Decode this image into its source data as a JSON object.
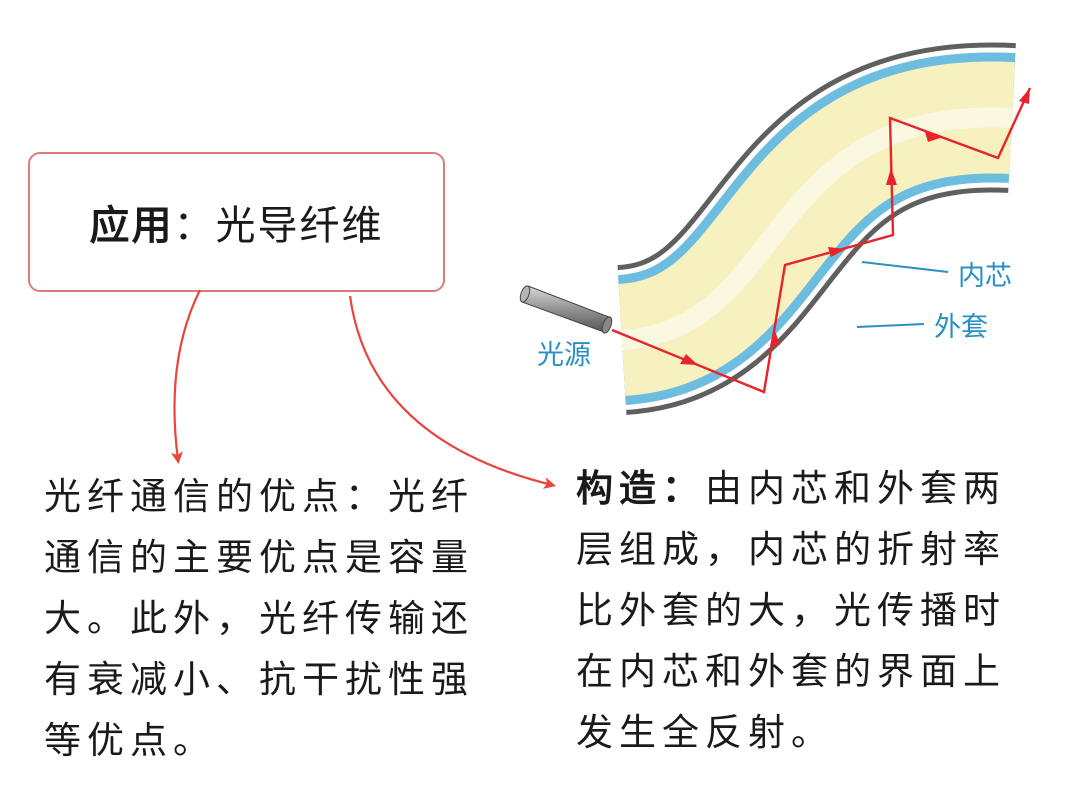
{
  "title_box": {
    "heading": "应用",
    "colon": "：",
    "value": "光导纤维"
  },
  "advantages": {
    "heading": "光纤通信的优点",
    "colon": "：",
    "body": "光纤通信的主要优点是容量大。此外，光纤传输还有衰减小、抗干扰性强等优点。"
  },
  "structure": {
    "heading": "构造",
    "colon": "：",
    "body": "由内芯和外套两层组成，内芯的折射率比外套的大，光传播时在内芯和外套的界面上发生全反射。"
  },
  "fiber_labels": {
    "light_source": "光源",
    "core": "内芯",
    "cladding": "外套"
  },
  "colors": {
    "box_border": "#e07a7a",
    "arrow": "#e8453c",
    "light_ray": "#e8232a",
    "core_fill": "#f7f0bf",
    "cladding_fill": "#6cbde0",
    "outer_gray": "#6e6e6e",
    "label_blue": "#2a8fc4"
  }
}
